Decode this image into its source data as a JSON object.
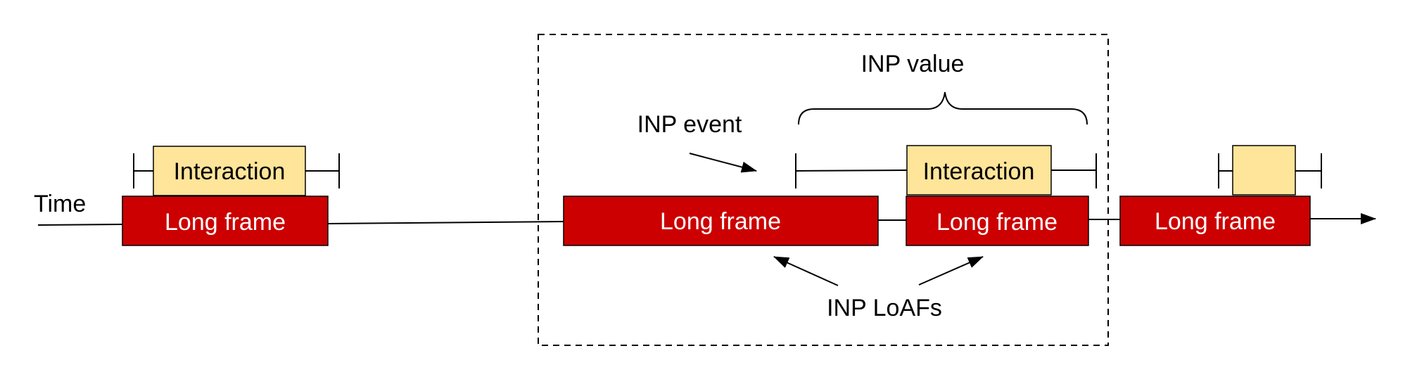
{
  "labels": {
    "time": "Time",
    "inp_value": "INP value",
    "inp_event": "INP event",
    "inp_loafs": "INP LoAFs"
  },
  "long_frames": [
    {
      "label": "Long frame"
    },
    {
      "label": "Long frame"
    },
    {
      "label": "Long frame"
    },
    {
      "label": "Long frame"
    }
  ],
  "interactions": [
    {
      "label": "Interaction"
    },
    {
      "label": "Interaction"
    },
    {
      "label": ""
    }
  ],
  "colors": {
    "long_frame_fill": "#cc0000",
    "interaction_fill": "#ffe599",
    "line": "#000000"
  }
}
